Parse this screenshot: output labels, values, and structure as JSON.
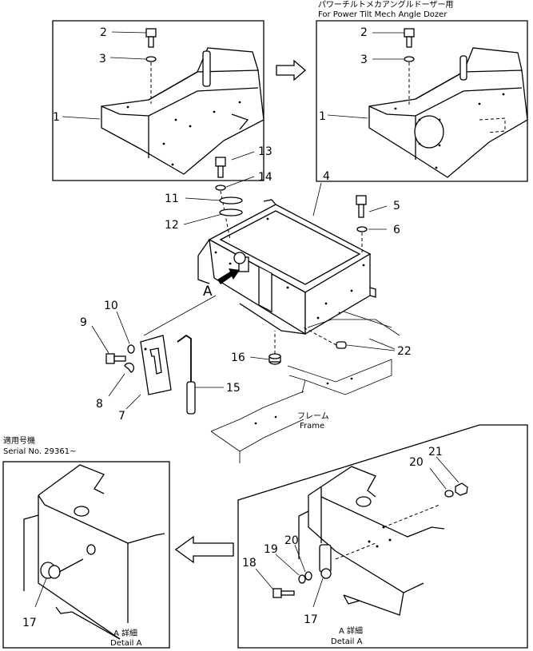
{
  "captions": {
    "top_right_jp": "パワーチルトメカアングルドーザー用",
    "top_right_en": "For Power Tilt Mech Angle Dozer",
    "serial_jp": "適用号機",
    "serial_en": "Serial No. 29361~",
    "frame_jp": "フレーム",
    "frame_en": "Frame",
    "detail_left_jp": "A 詳細",
    "detail_left_en": "Detail  A",
    "detail_right_jp": "A 詳細",
    "detail_right_en": "Detail  A",
    "view_marker": "A"
  },
  "callouts": {
    "c1a": "1",
    "c2a": "2",
    "c3a": "3",
    "c1b": "1",
    "c2b": "2",
    "c3b": "3",
    "c4": "4",
    "c5": "5",
    "c6": "6",
    "c7": "7",
    "c8": "8",
    "c9": "9",
    "c10": "10",
    "c11": "11",
    "c12": "12",
    "c13": "13",
    "c14": "14",
    "c15": "15",
    "c16": "16",
    "c22": "22",
    "c17a": "17",
    "c17b": "17",
    "c18": "18",
    "c19": "19",
    "c20a": "20",
    "c20b": "20",
    "c21": "21"
  }
}
